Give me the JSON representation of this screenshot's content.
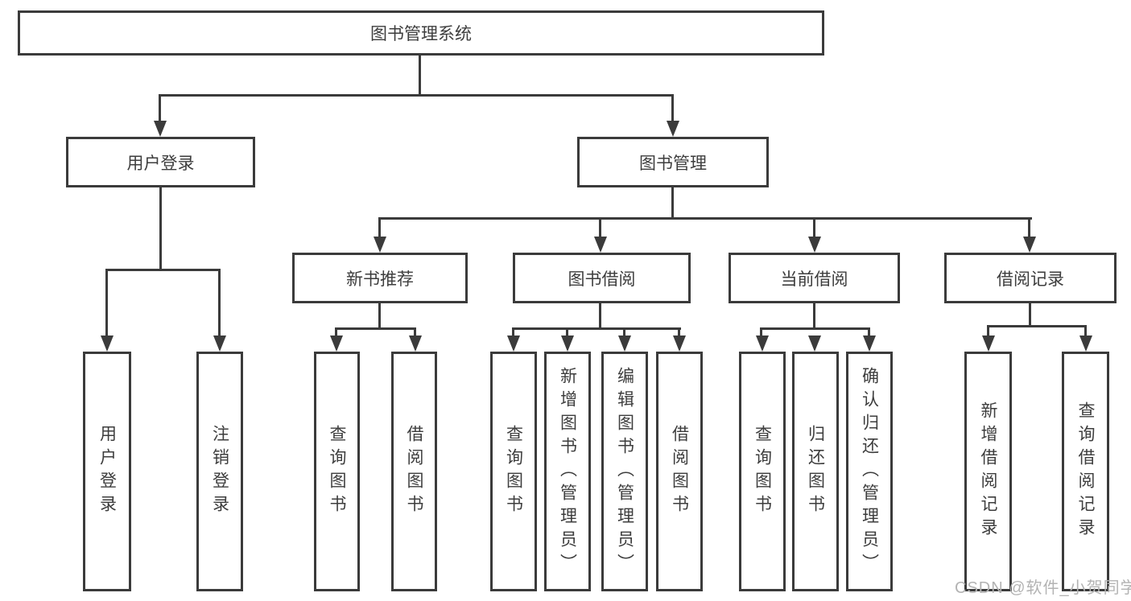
{
  "diagram": {
    "root": "图书管理系统",
    "branches": [
      {
        "label": "用户登录",
        "children": [
          {
            "label": "用户登录"
          },
          {
            "label": "注销登录"
          }
        ]
      },
      {
        "label": "图书管理",
        "children": [
          {
            "label": "新书推荐",
            "children": [
              {
                "label": "查询图书"
              },
              {
                "label": "借阅图书"
              }
            ]
          },
          {
            "label": "图书借阅",
            "children": [
              {
                "label": "查询图书"
              },
              {
                "label": "新增图书（管理员）"
              },
              {
                "label": "编辑图书（管理员）"
              },
              {
                "label": "借阅图书"
              }
            ]
          },
          {
            "label": "当前借阅",
            "children": [
              {
                "label": "查询图书"
              },
              {
                "label": "归还图书"
              },
              {
                "label": "确认归还（管理员）"
              }
            ]
          },
          {
            "label": "借阅记录",
            "children": [
              {
                "label": "新增借阅记录"
              },
              {
                "label": "查询借阅记录"
              }
            ]
          }
        ]
      }
    ]
  },
  "watermark": "CSDN @软件_小贺同学"
}
